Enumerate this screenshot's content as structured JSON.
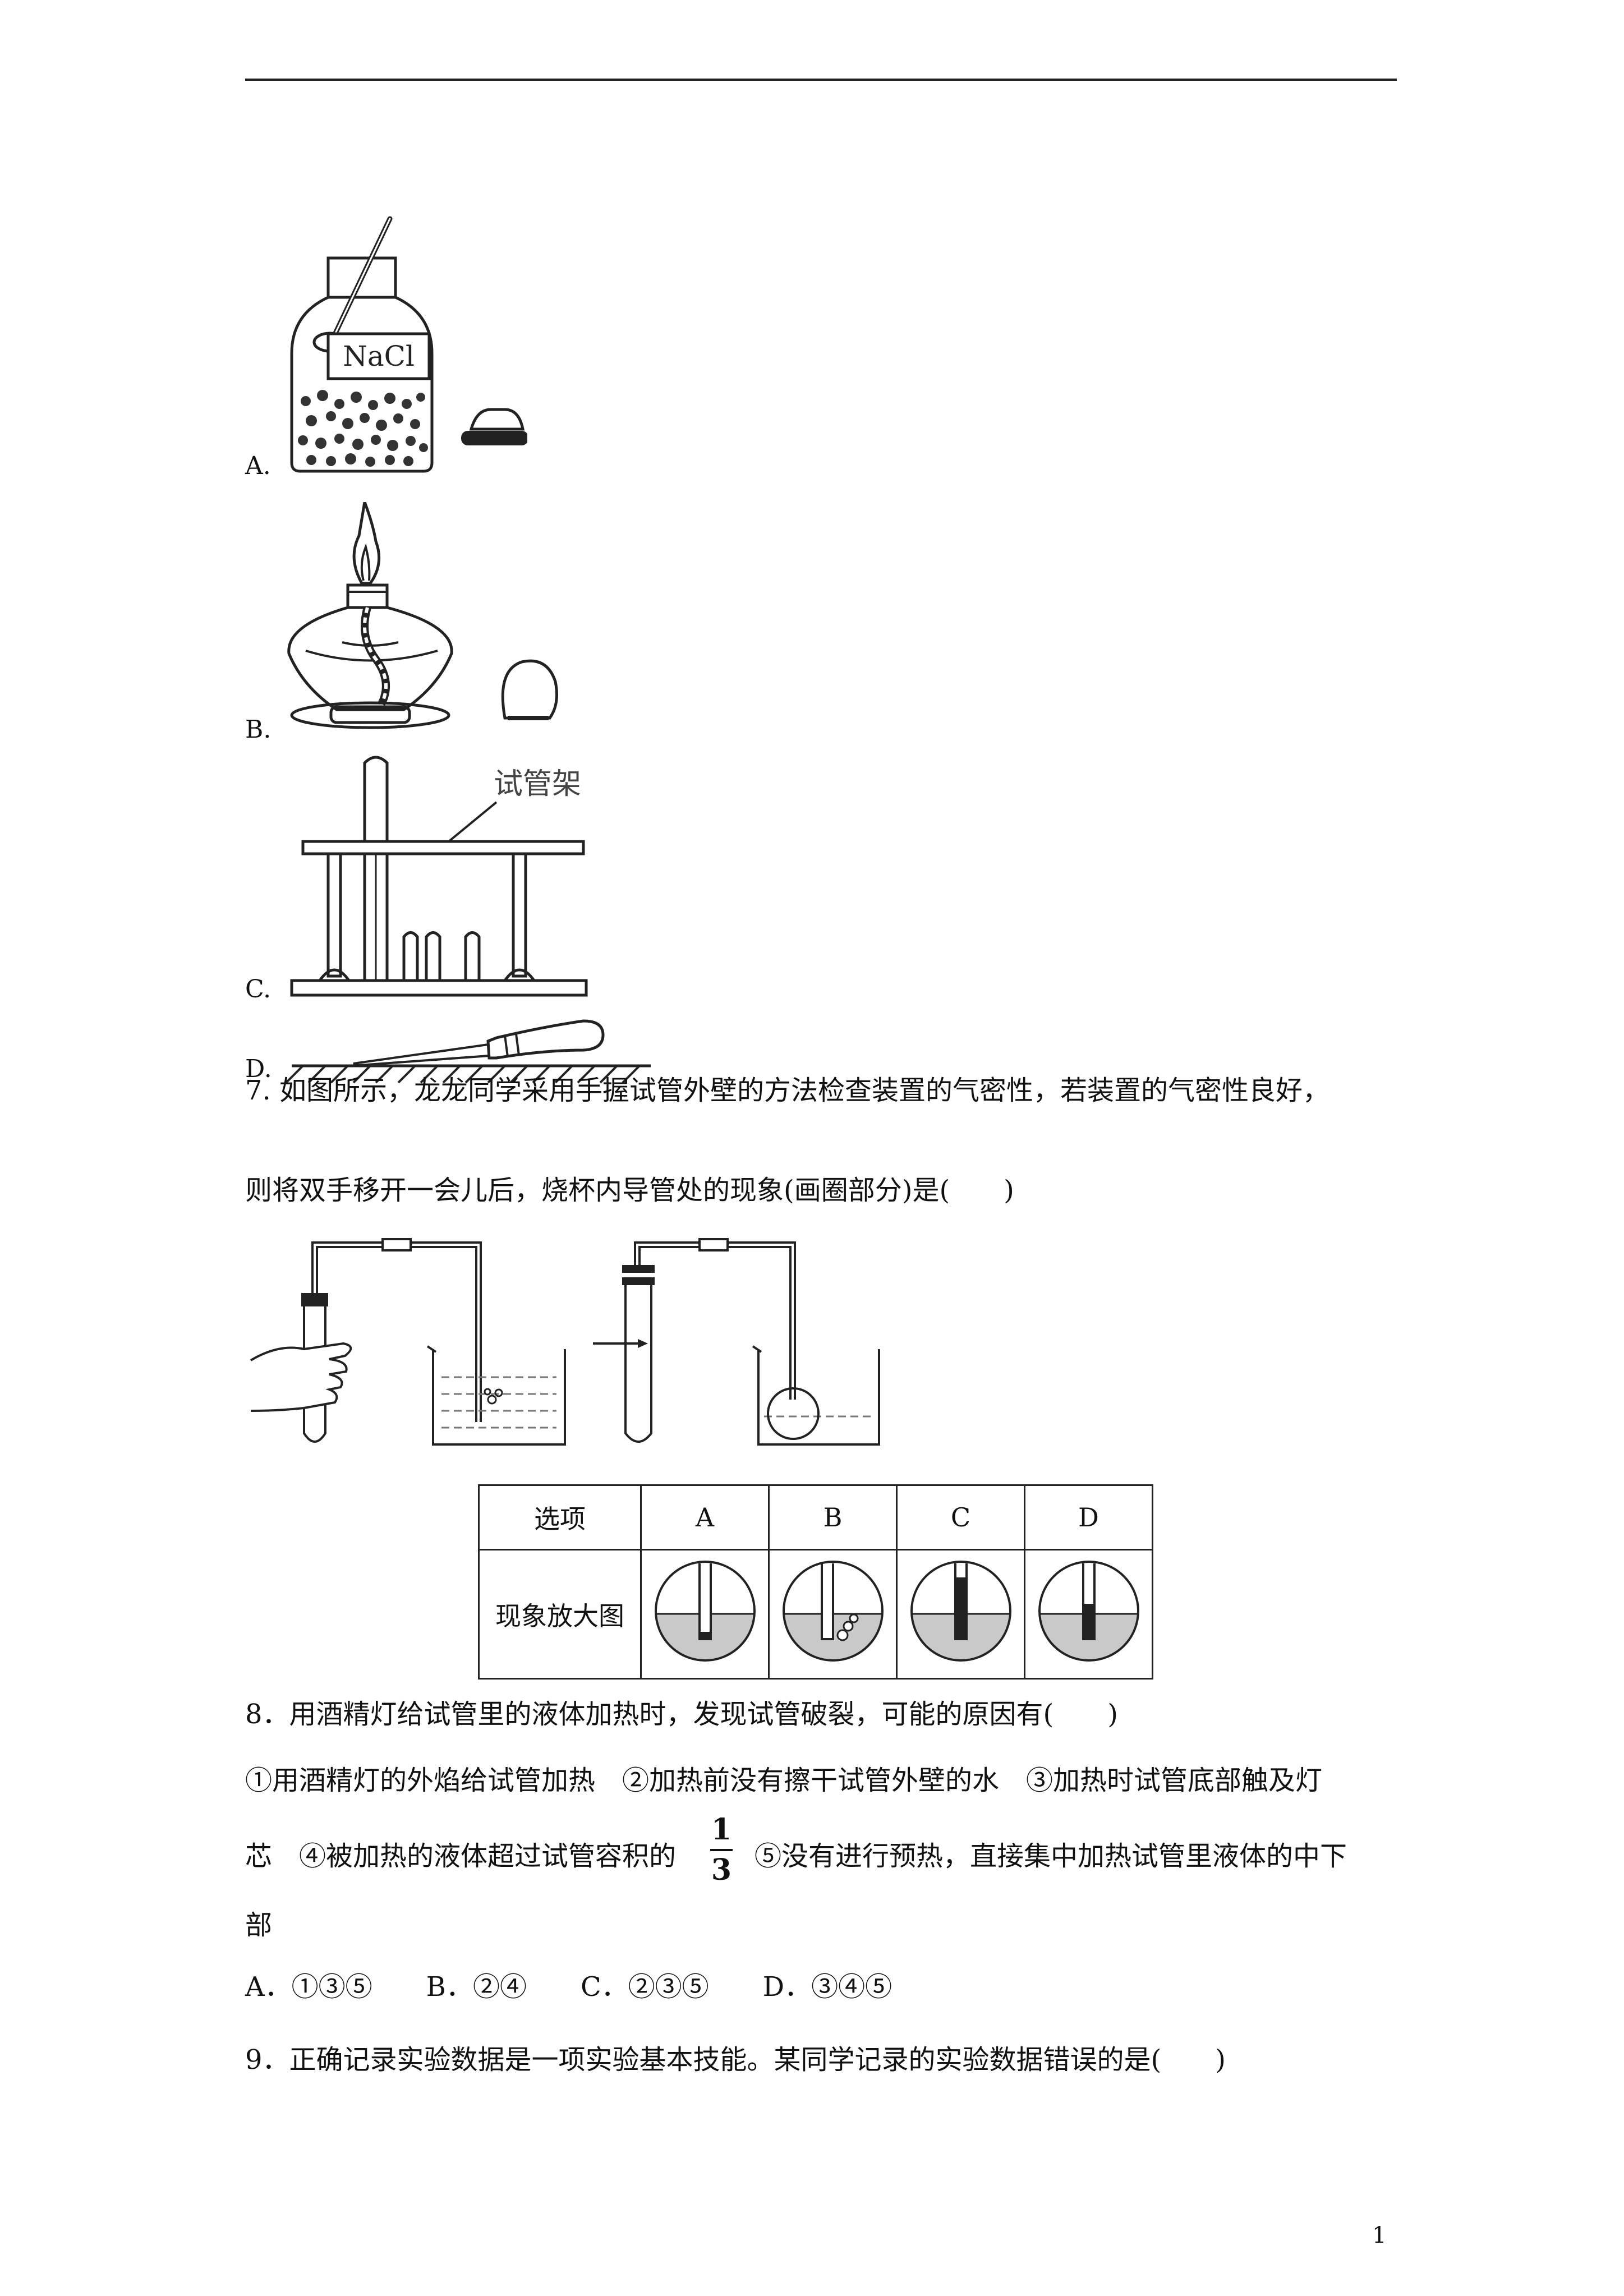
{
  "option_labels": {
    "a": "A.",
    "b": "B.",
    "c": "C.",
    "d": "D."
  },
  "figure_labels": {
    "nacl": "NaCl",
    "rack": "试管架"
  },
  "q7": {
    "line1": "7.  如图所示，龙龙同学采用手握试管外壁的方法检查装置的气密性，若装置的气密性良好，",
    "line2": "则将双手移开一会儿后，烧杯内导管处的现象(画圈部分)是(　　)",
    "table": {
      "header_label": "选项",
      "row_label": "现象放大图",
      "choices": [
        "A",
        "B",
        "C",
        "D"
      ]
    }
  },
  "q8": {
    "stem": "8．用酒精灯给试管里的液体加热时，发现试管破裂，可能的原因有(　　)",
    "line1": "①用酒精灯的外焰给试管加热　②加热前没有擦干试管外壁的水　③加热时试管底部触及灯",
    "line2_a": "芯　④被加热的液体超过试管容积的",
    "frac_num": "1",
    "frac_den": "3",
    "line2_b": "⑤没有进行预热，直接集中加热试管里液体的中下",
    "line3": "部",
    "choices": "A．①③⑤　　B．②④　　C．②③⑤　　D．③④⑤"
  },
  "q9": {
    "stem": "9．正确记录实验数据是一项实验基本技能。某同学记录的实验数据错误的是(　　)"
  },
  "page_number": "1"
}
